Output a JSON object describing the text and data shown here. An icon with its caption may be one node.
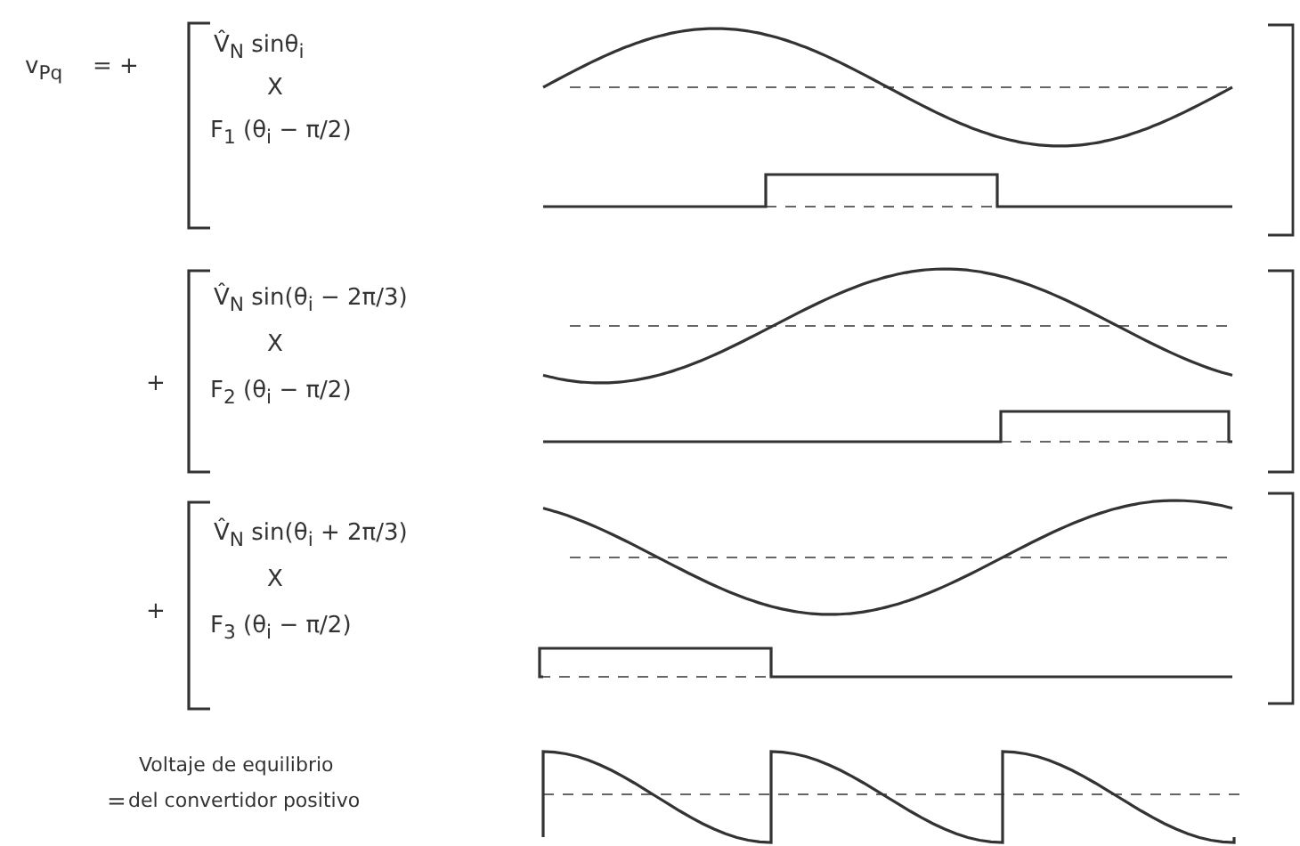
{
  "diagram": {
    "labels": [
      "v$_{Pq}$",
      "= +",
      "V̂$_{N}$ sinθ$_{i}$",
      "X",
      "F$_{1}$ (θ$_{i}$ − π/2)",
      "+",
      "V̂$_{N}$ sin(θ$_{i}$ − 2π/3)",
      "X",
      "F$_{2}$ (θ$_{i}$ − π/2)",
      "+",
      "V̂$_{N}$ sin(θ$_{i}$ + 2π/3)",
      "X",
      "F$_{3}$ (θ$_{i}$ − π/2)",
      "=",
      "Voltaje de equilibrio",
      "del convertidor positivo"
    ]
  }
}
